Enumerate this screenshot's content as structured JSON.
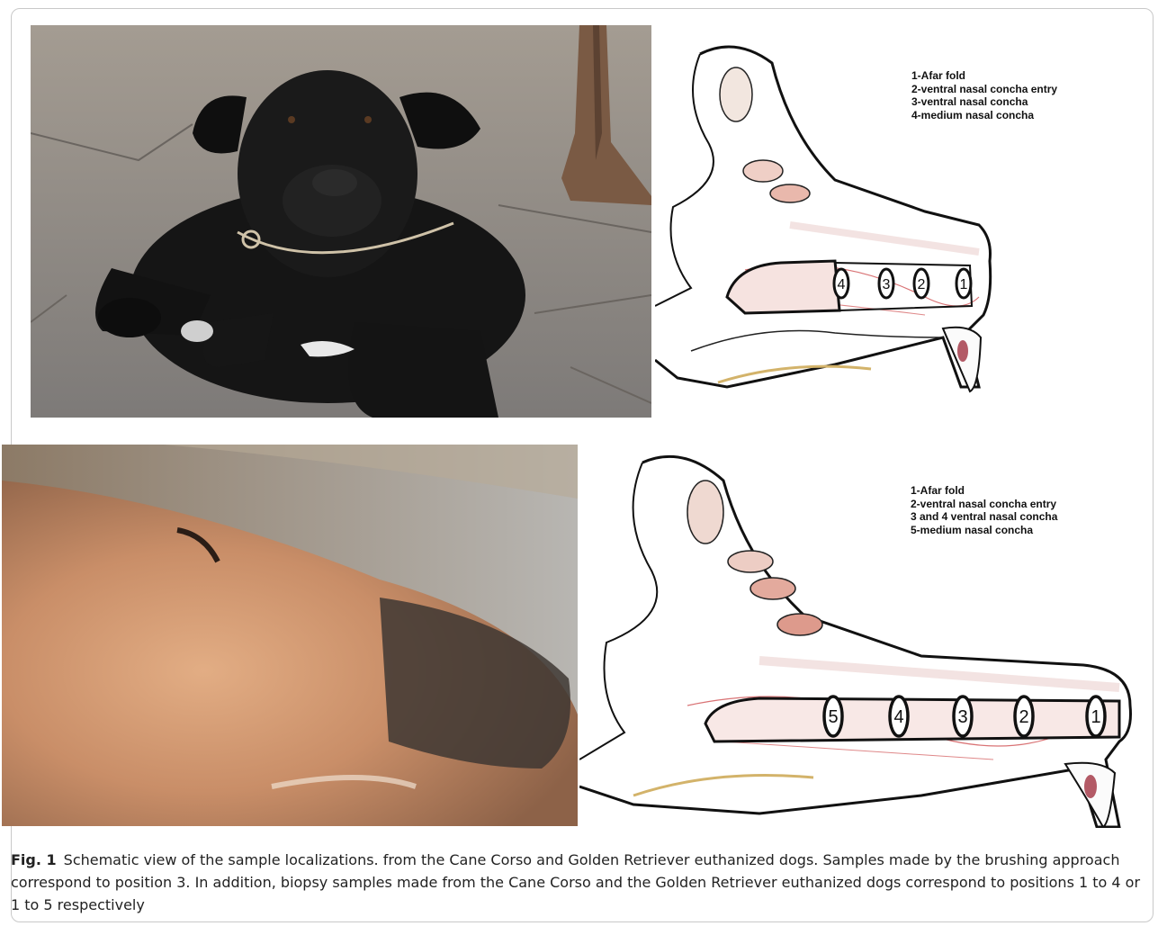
{
  "figure": {
    "label": "Fig. 1",
    "caption": "Schematic view of the sample localizations. from the Cane Corso and Golden Retriever euthanized dogs. Samples made by the brushing approach correspond to position 3. In addition, biopsy samples made from the Cane Corso and the Golden Retriever euthanized dogs correspond to positions 1 to 4 or 1 to 5 respectively"
  },
  "top_panel": {
    "photo_subject": "Cane Corso dog lying on stone pavement",
    "legend": [
      "1-Afar fold",
      "2-ventral nasal concha entry",
      "3-ventral nasal concha",
      "4-medium nasal concha"
    ],
    "positions": [
      "4",
      "3",
      "2",
      "1"
    ]
  },
  "bottom_panel": {
    "photo_subject": "Golden Retriever muzzle close-up",
    "legend": [
      "1-Afar fold",
      "2-ventral nasal concha entry",
      "3 and 4 ventral nasal concha",
      "5-medium nasal concha"
    ],
    "positions": [
      "5",
      "4",
      "3",
      "2",
      "1"
    ]
  }
}
